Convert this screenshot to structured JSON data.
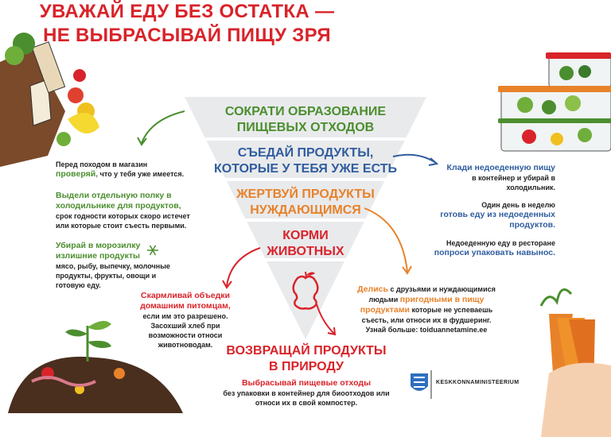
{
  "title": {
    "line1": "УВАЖАЙ ЕДУ БЕЗ ОСТАТКА —",
    "line2": "НЕ ВЫБРАСЫВАЙ ПИЩУ ЗРЯ"
  },
  "pyramid": {
    "tier1": {
      "line1": "СОКРАТИ ОБРАЗОВАНИЕ",
      "line2": "ПИЩЕВЫХ ОТХОДОВ"
    },
    "tier2": {
      "line1": "СЪЕДАЙ ПРОДУКТЫ,",
      "line2": "КОТОРЫЕ У ТЕБЯ УЖЕ ЕСТЬ"
    },
    "tier3": {
      "line1": "ЖЕРТВУЙ ПРОДУКТЫ",
      "line2": "НУЖДАЮЩИМСЯ"
    },
    "tier4": {
      "line1": "КОРМИ",
      "line2": "ЖИВОТНЫХ"
    },
    "tier5": {
      "line1": "ВОЗВРАЩАЙ ПРОДУКТЫ",
      "line2": "В ПРИРОДУ"
    }
  },
  "left_tips": {
    "shop_pre": "Перед походом в магазин",
    "shop_hl": "проверяй,",
    "shop_post": "что у тебя уже имеется.",
    "shelf_hl1": "Выдели отдельную полку в",
    "shelf_hl2": "холодильнике для продуктов,",
    "shelf_l1": "срок годности которых скоро истечет",
    "shelf_l2": "или которые стоит съесть первыми.",
    "freeze_hl1": "Убирай в морозилку",
    "freeze_hl2": "излишние продукты",
    "freeze_l1": "мясо, рыбу, выпечку, молочные",
    "freeze_l2": "продукты, фрукты, овощи и",
    "freeze_l3": "готовую еду."
  },
  "right_tips": {
    "cont_hl": "Клади недоеденную пищу",
    "cont_l1": "в контейнер и убирай в",
    "cont_l2": "холодильник.",
    "day_l1": "Один день в неделю",
    "day_hl1": "готовь еду из недоеденных",
    "day_hl2": "продуктов.",
    "rest_l1": "Недоеденную еду в ресторане",
    "rest_hl": "попроси упаковать навынос."
  },
  "share_tip": {
    "hl1": "Делись",
    "l1": "с друзьями и нуждающимися",
    "l2a": "людьми",
    "hl2": "пригодными в пищу",
    "hl3": "продуктами",
    "l2b": "которые не успеваешь",
    "l3": "съесть, или относи их в фудшеринг.",
    "l4": "Узнай больше: toiduannetamine.ee"
  },
  "animal_tip": {
    "hl1": "Скармливай объедки",
    "hl2": "домашним питомцам,",
    "l1": "если им это разрешено.",
    "l2": "Засохший хлеб при",
    "l3": "возможности относи",
    "l4": "животноводам."
  },
  "nature_tip": {
    "hl": "Выбрасывай пищевые отходы",
    "l1": "без упаковки в контейнер для биоотходов или",
    "l2": "относи их в свой компостер."
  },
  "ministry": "Keskkonnaministeerium",
  "colors": {
    "red": "#d9232a",
    "green": "#4b8e2f",
    "blue": "#2f5d9e",
    "orange": "#e8822a",
    "pyramid": "#e9eaec"
  },
  "icons": [
    "grocery-bag-icon",
    "food-containers-icon",
    "snowflake-icon",
    "apple-core-icon",
    "compost-icon",
    "carrots-icon",
    "coat-of-arms-icon"
  ]
}
